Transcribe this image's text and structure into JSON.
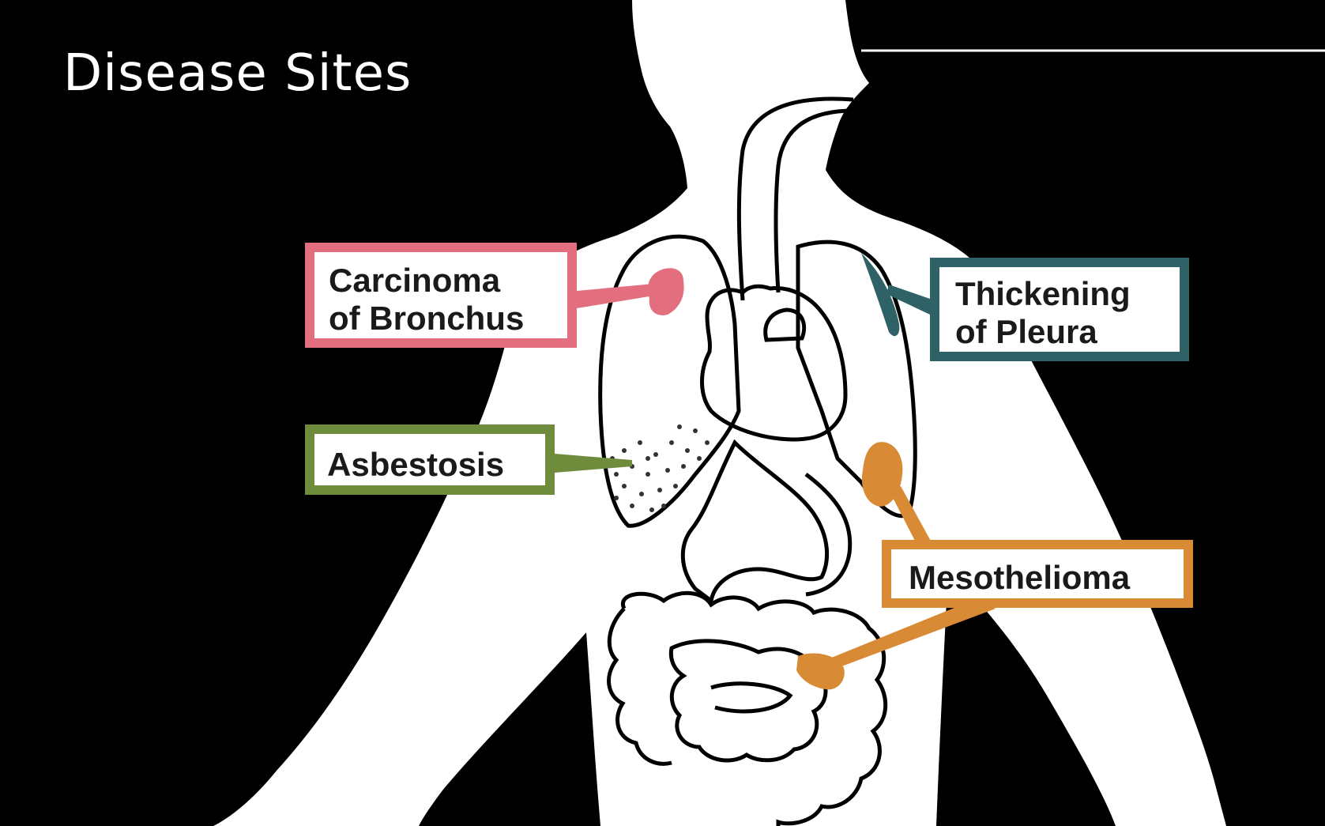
{
  "title": "Disease Sites",
  "labels": {
    "carcinoma": {
      "line1": "Carcinoma",
      "line2": "of Bronchus",
      "color": "#e26e7e"
    },
    "asbestosis": {
      "line1": "Asbestosis",
      "color": "#6e8c3c"
    },
    "pleura": {
      "line1": "Thickening",
      "line2": "of Pleura",
      "color": "#2f6266"
    },
    "mesothelioma": {
      "line1": "Mesothelioma",
      "color": "#d98a34"
    }
  }
}
